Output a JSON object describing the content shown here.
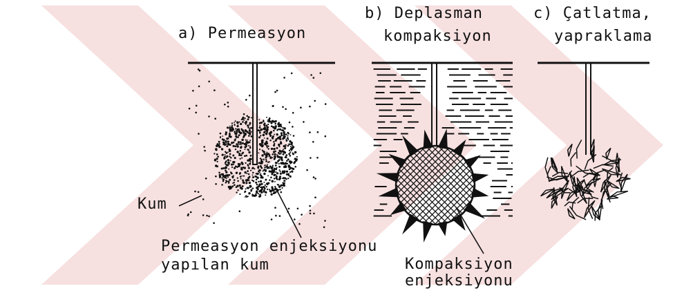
{
  "panels": {
    "a": {
      "title": "a) Permeasyon",
      "soil_label": "Kum",
      "bulb_label_line1": "Permeasyon enjeksiyonu",
      "bulb_label_line2": "yapılan kum"
    },
    "b": {
      "title_line1": "b) Deplasman",
      "title_line2": "kompaksiyon",
      "bulb_label_line1": "Kompaksiyon",
      "bulb_label_line2": "enjeksiyonu"
    },
    "c": {
      "title_line1": "c) Çatlatma,",
      "title_line2": "yapraklama"
    }
  },
  "colors": {
    "ink": "#111111",
    "watermark": "#f7e0e0"
  }
}
